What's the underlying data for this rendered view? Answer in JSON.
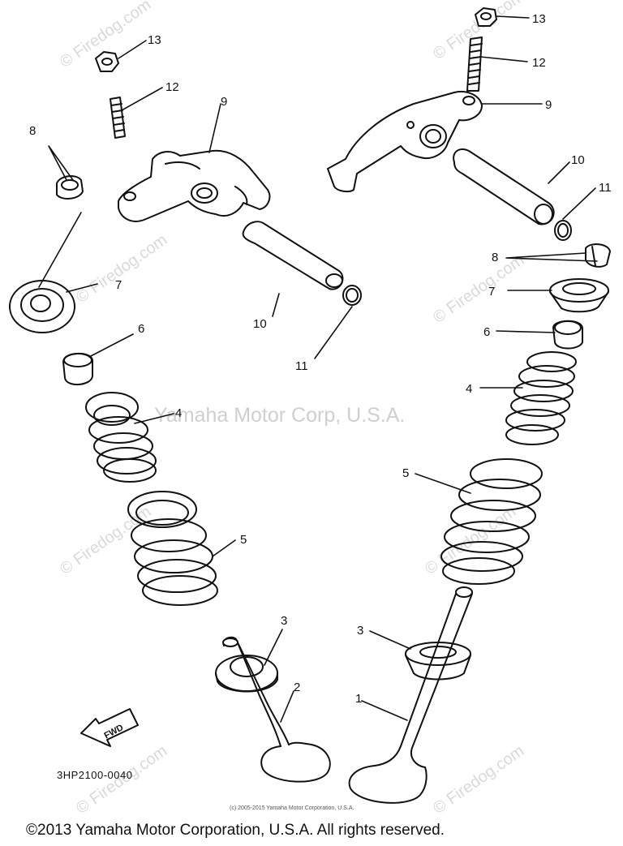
{
  "watermark": {
    "center": "Yamaha Motor Corp, U.S.A.",
    "site": "© Firedog.com"
  },
  "labels": {
    "l1": "1",
    "l2": "2",
    "l3a": "3",
    "l3b": "3",
    "l4a": "4",
    "l4b": "4",
    "l5a": "5",
    "l5b": "5",
    "l6a": "6",
    "l6b": "6",
    "l7a": "7",
    "l7b": "7",
    "l8a": "8",
    "l8b": "8",
    "l9a": "9",
    "l9b": "9",
    "l10a": "10",
    "l10b": "10",
    "l11a": "11",
    "l11b": "11",
    "l12a": "12",
    "l12b": "12",
    "l13a": "13",
    "l13b": "13"
  },
  "fwd_label": "FWD",
  "part_number": "3HP2100-0040",
  "small_copyright": "(c) 2005-2015 Yamaha Motor Corporation, U.S.A.",
  "footer_copyright": "©2013 Yamaha Motor Corporation, U.S.A. All rights reserved."
}
